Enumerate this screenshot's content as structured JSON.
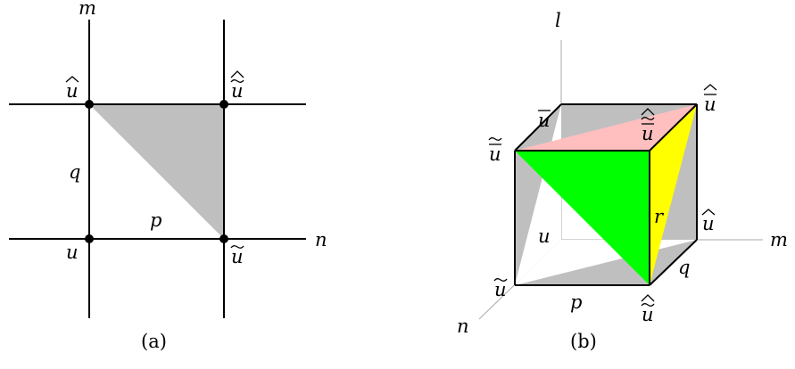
{
  "panel_a": {
    "caption": "(a)",
    "axis_m": "m",
    "axis_n": "n",
    "vertex_u": "u",
    "vertex_u_hat": "u",
    "vertex_u_tilde": "u",
    "vertex_u_tilde_hat": "u",
    "edge_p": "p",
    "edge_q": "q"
  },
  "panel_b": {
    "caption": "(b)",
    "axis_l": "l",
    "axis_m": "m",
    "axis_n": "n",
    "vertex_u": "u",
    "vertex_u_bar": "u",
    "vertex_u_hat": "u",
    "vertex_u_tilde": "u",
    "vertex_u_tilde_bar": "u",
    "vertex_u_tilde_hat": "u",
    "vertex_u_hat_bar": "u",
    "vertex_u_tilde_hat_bar": "u",
    "edge_p": "p",
    "edge_q": "q",
    "edge_r": "r"
  },
  "colors": {
    "gray_face": "#bfbfbf",
    "green_face": "#00ff00",
    "yellow_face": "#ffff00",
    "pink_face": "#ffbfbf"
  }
}
